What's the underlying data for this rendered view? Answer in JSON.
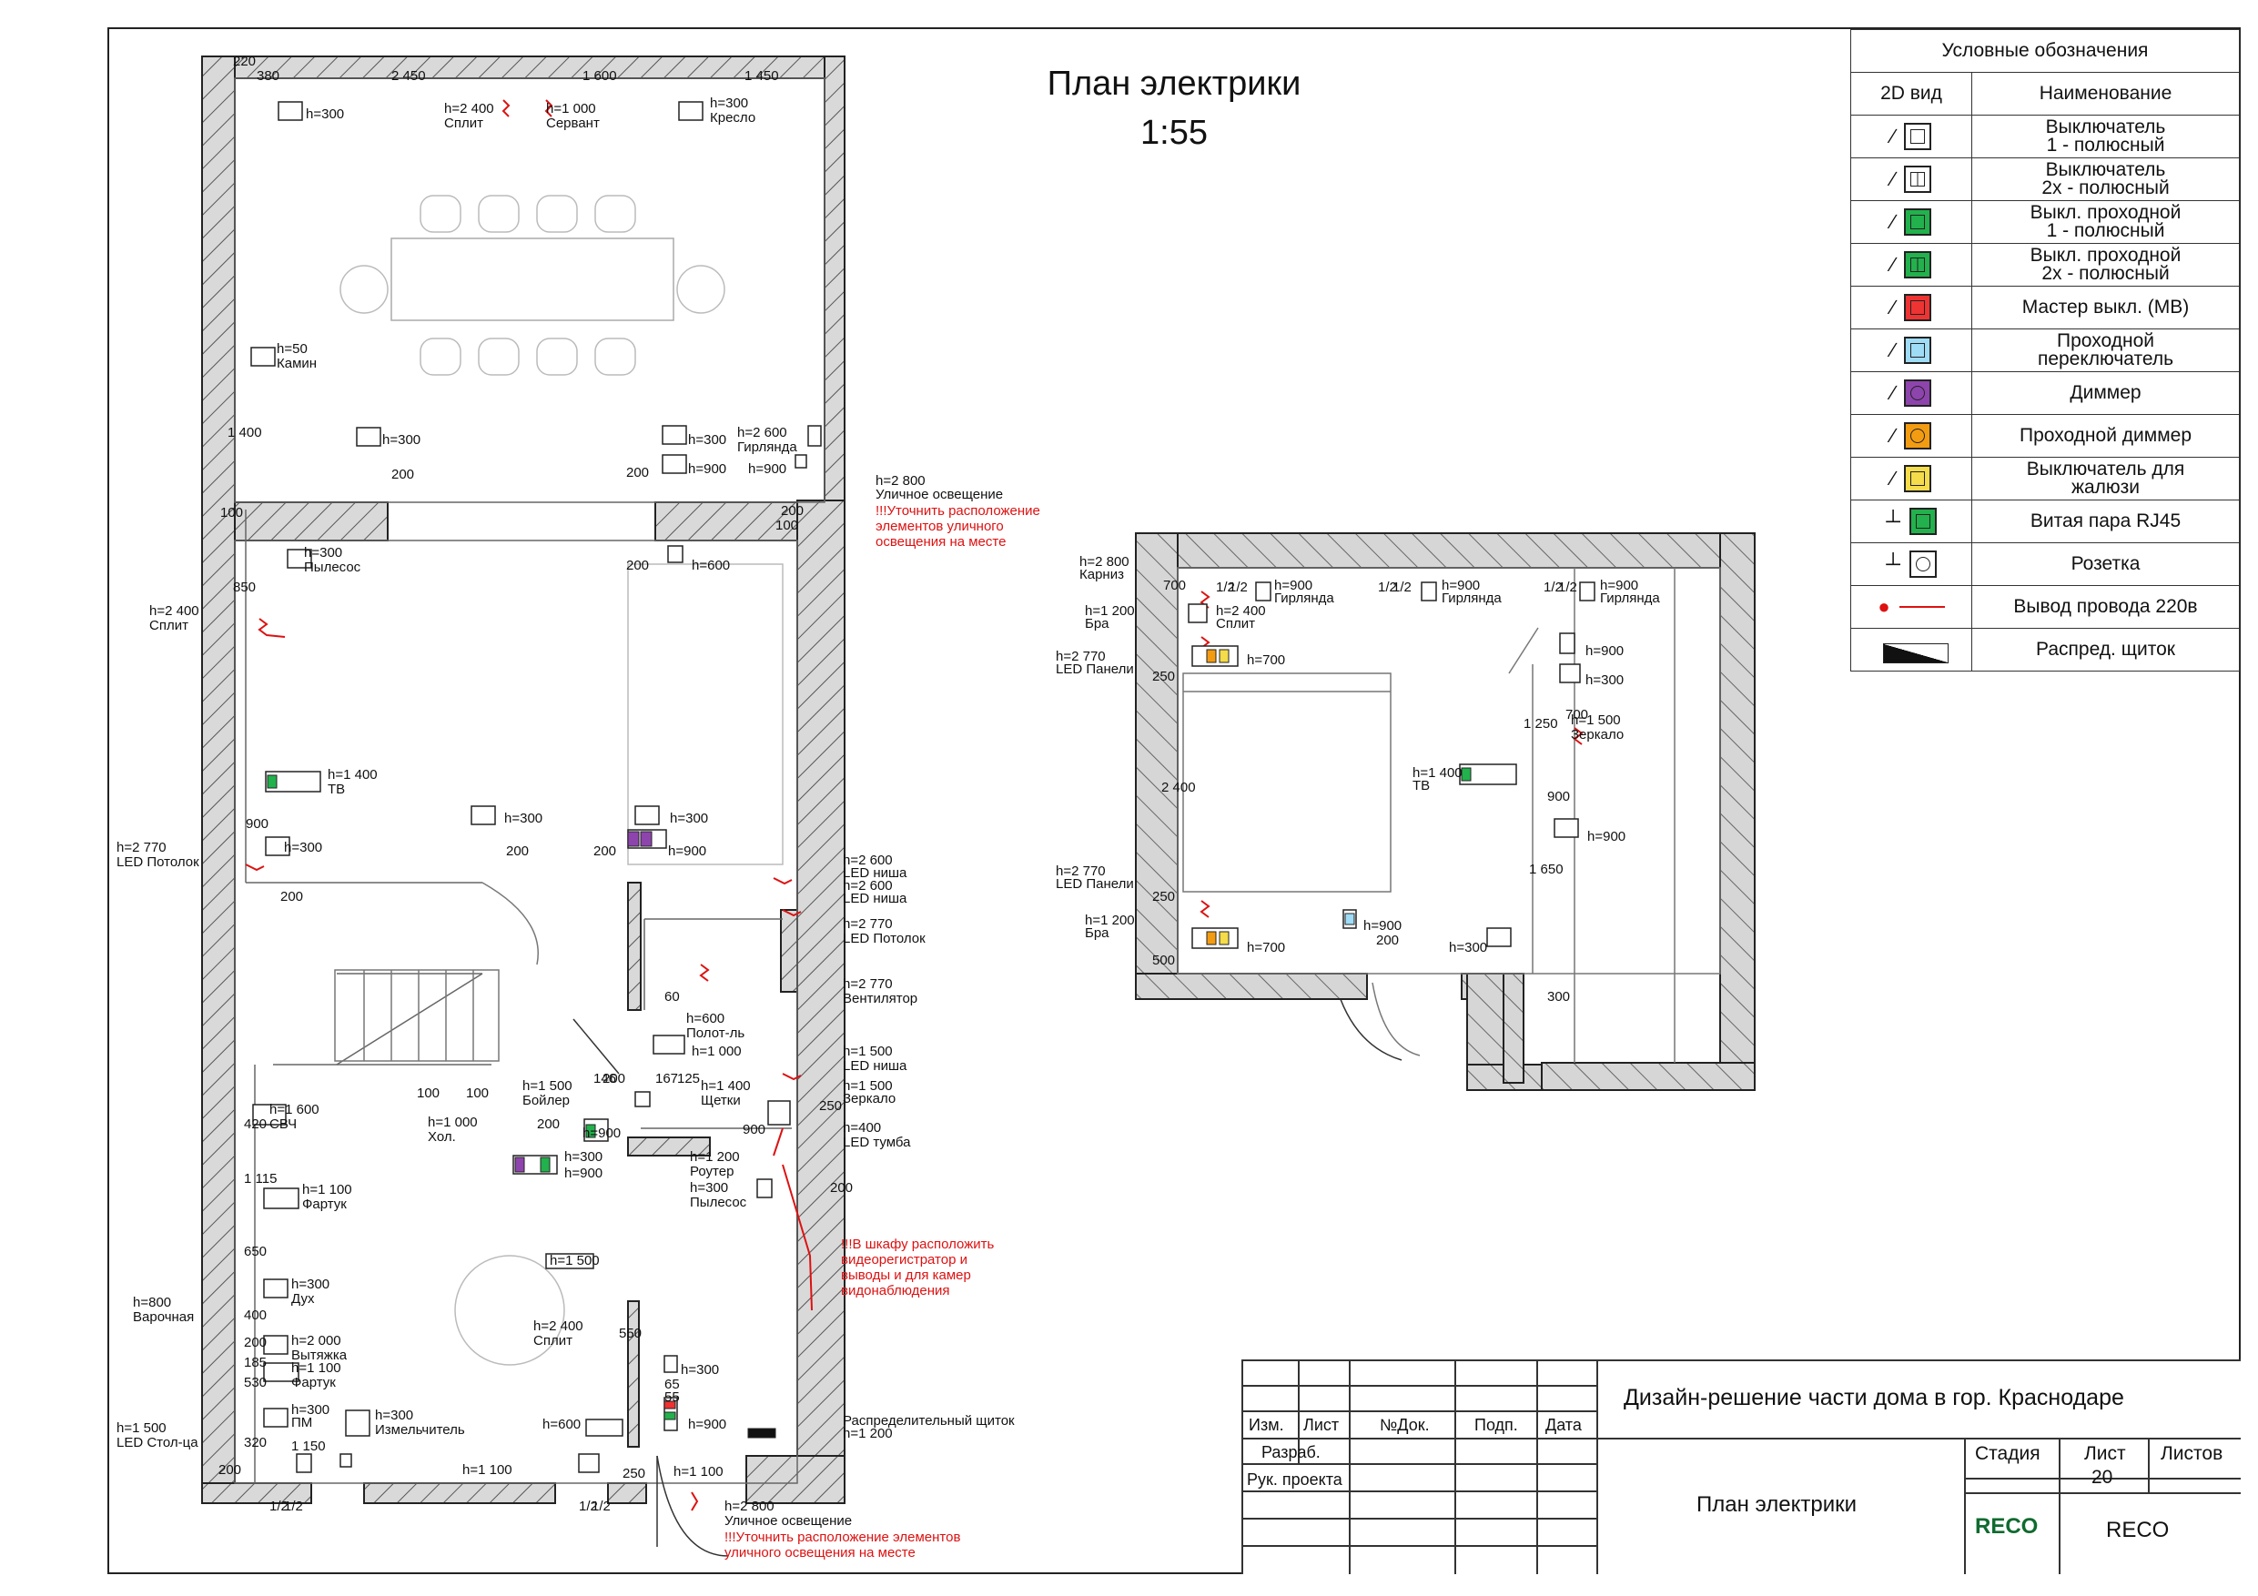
{
  "header": {
    "title": "План электрики",
    "scale": "1:55"
  },
  "legend": {
    "heading": "Условные обозначения",
    "col_view": "2D вид",
    "col_name": "Наименование",
    "rows": [
      {
        "name1": "Выключатель",
        "name2": "1 - полюсный",
        "icon": "switch-1pole-icon",
        "color": "#ffffff"
      },
      {
        "name1": "Выключатель",
        "name2": "2х - полюсный",
        "icon": "switch-2pole-icon",
        "color": "#ffffff"
      },
      {
        "name1": "Выкл. проходной",
        "name2": "1 - полюсный",
        "icon": "pass-switch-1pole-icon",
        "color": "#22b14c"
      },
      {
        "name1": "Выкл. проходной",
        "name2": "2х - полюсный",
        "icon": "pass-switch-2pole-icon",
        "color": "#22b14c"
      },
      {
        "name1": "Мастер выкл. (МВ)",
        "name2": "",
        "icon": "master-switch-icon",
        "color": "#ee3333"
      },
      {
        "name1": "Проходной",
        "name2": "переключатель",
        "icon": "pass-toggle-icon",
        "color": "#9fdcf5"
      },
      {
        "name1": "Диммер",
        "name2": "",
        "icon": "dimmer-icon",
        "color": "#8e44ad"
      },
      {
        "name1": "Проходной диммер",
        "name2": "",
        "icon": "pass-dimmer-icon",
        "color": "#f39c12"
      },
      {
        "name1": "Выключатель для",
        "name2": "жалюзи",
        "icon": "blinds-switch-icon",
        "color": "#f4dc4a"
      },
      {
        "name1": "Витая пара RJ45",
        "name2": "",
        "icon": "rj45-icon",
        "color": "#22b14c"
      },
      {
        "name1": "Розетка",
        "name2": "",
        "icon": "socket-icon",
        "color": "#ffffff"
      },
      {
        "name1": "Вывод провода 220в",
        "name2": "",
        "icon": "wire-outlet-icon",
        "color": "#dd1111"
      },
      {
        "name1": "Распред. щиток",
        "name2": "",
        "icon": "distribution-board-icon",
        "color": "#111111"
      }
    ]
  },
  "dims_top": [
    "220",
    "380",
    "2 450",
    "1 600",
    "1 450"
  ],
  "labels_ground": [
    "h=300",
    "h=2 400",
    "Сплит",
    "h=1 000",
    "Сервант",
    "h=300",
    "Кресло",
    "h=50",
    "Камин",
    "1 400",
    "h=300",
    "200",
    "h=300",
    "h=900",
    "h=2 600",
    "Гирлянда",
    "h=900",
    "200",
    "h=2 800",
    "Уличное освещение",
    "200",
    "100",
    "100",
    "h=300",
    "Пылесос",
    "850",
    "h=2 400",
    "Сплит",
    "200",
    "h=600",
    "h=1 400",
    "ТВ",
    "h=300",
    "h=2 770",
    "LED Потолок",
    "900",
    "h=300",
    "200",
    "200",
    "h=300",
    "h=900",
    "200",
    "h=2 600",
    "LED ниша",
    "h=2 600",
    "LED ниша",
    "h=2 770",
    "LED Потолок",
    "h=2 770",
    "Вентилятор",
    "60",
    "h=600",
    "Полот-ль",
    "h=1 000",
    "146",
    "200",
    "167",
    "125",
    "h=1 500",
    "LED ниша",
    "h=1 400",
    "Щетки",
    "h=1 500",
    "Зеркало",
    "h=400",
    "LED тумба",
    "250",
    "900",
    "h=1 500",
    "Бойлер",
    "100",
    "100",
    "h=1 600",
    "СВЧ",
    "420",
    "h=1 000",
    "Хол.",
    "200",
    "h=900",
    "h=300",
    "h=900",
    "h=1 200",
    "Роутер",
    "h=300",
    "Пылесос",
    "200",
    "h=1 100",
    "Фартук",
    "1 115",
    "650",
    "h=300",
    "Дух",
    "h=800",
    "Варочная",
    "400",
    "200",
    "h=2 000",
    "Вытяжка",
    "185",
    "h=1 100",
    "Фартук",
    "530",
    "h=300",
    "ПМ",
    "h=300",
    "Измельчитель",
    "320",
    "h=1 500",
    "LED Стол-ца",
    "1 150",
    "200",
    "h=2 400",
    "Сплит",
    "550",
    "h=1 500",
    "h=300",
    "65",
    "55",
    "h=900",
    "h=600",
    "h=1 100",
    "h=1 100",
    "250",
    "h=1 200",
    "Распределительный щиток",
    "1/2",
    "1/2",
    "1/2",
    "1/2"
  ],
  "note_street_top": "!!!Уточнить расположение элементов уличного освещения на месте",
  "note_cabinet": "!!!В шкафу расположить видеорегистратор и выводы и для камер видонаблюдения",
  "note_street_bottom_title": "Уличное освещение",
  "note_street_bottom_h": "h=2 800",
  "note_street_bottom": "!!!Уточнить расположение элементов уличного освещения на месте",
  "labels_second": [
    "h=2 800",
    "Карниз",
    "700",
    "1/2",
    "1/2",
    "h=900",
    "Гирлянда",
    "1/2",
    "1/2",
    "h=900",
    "Гирлянда",
    "1/2",
    "1/2",
    "h=900",
    "Гирлянда",
    "h=1 200",
    "Бра",
    "h=2 400",
    "Сплит",
    "h=2 770",
    "LED Панели",
    "250",
    "h=700",
    "h=900",
    "h=300",
    "700",
    "h=1 500",
    "Зеркало",
    "1 250",
    "2 400",
    "h=1 400",
    "ТВ",
    "900",
    "h=900",
    "1 650",
    "h=2 770",
    "LED Панели",
    "250",
    "h=1 200",
    "Бра",
    "500",
    "h=700",
    "h=900",
    "200",
    "h=300",
    "300"
  ],
  "titleblock": {
    "project": "Дизайн-решение части дома в гор. Краснодаре",
    "cols": [
      "Изм.",
      "Лист",
      "№Док.",
      "Подп.",
      "Дата"
    ],
    "rows": [
      "Разраб.",
      "Рук. проекта"
    ],
    "sheet_title": "План электрики",
    "stage_label": "Стадия",
    "sheet_label": "Лист",
    "sheets_label": "Листов",
    "sheet_no": "20",
    "company": "RECO",
    "logo": "RECO"
  }
}
